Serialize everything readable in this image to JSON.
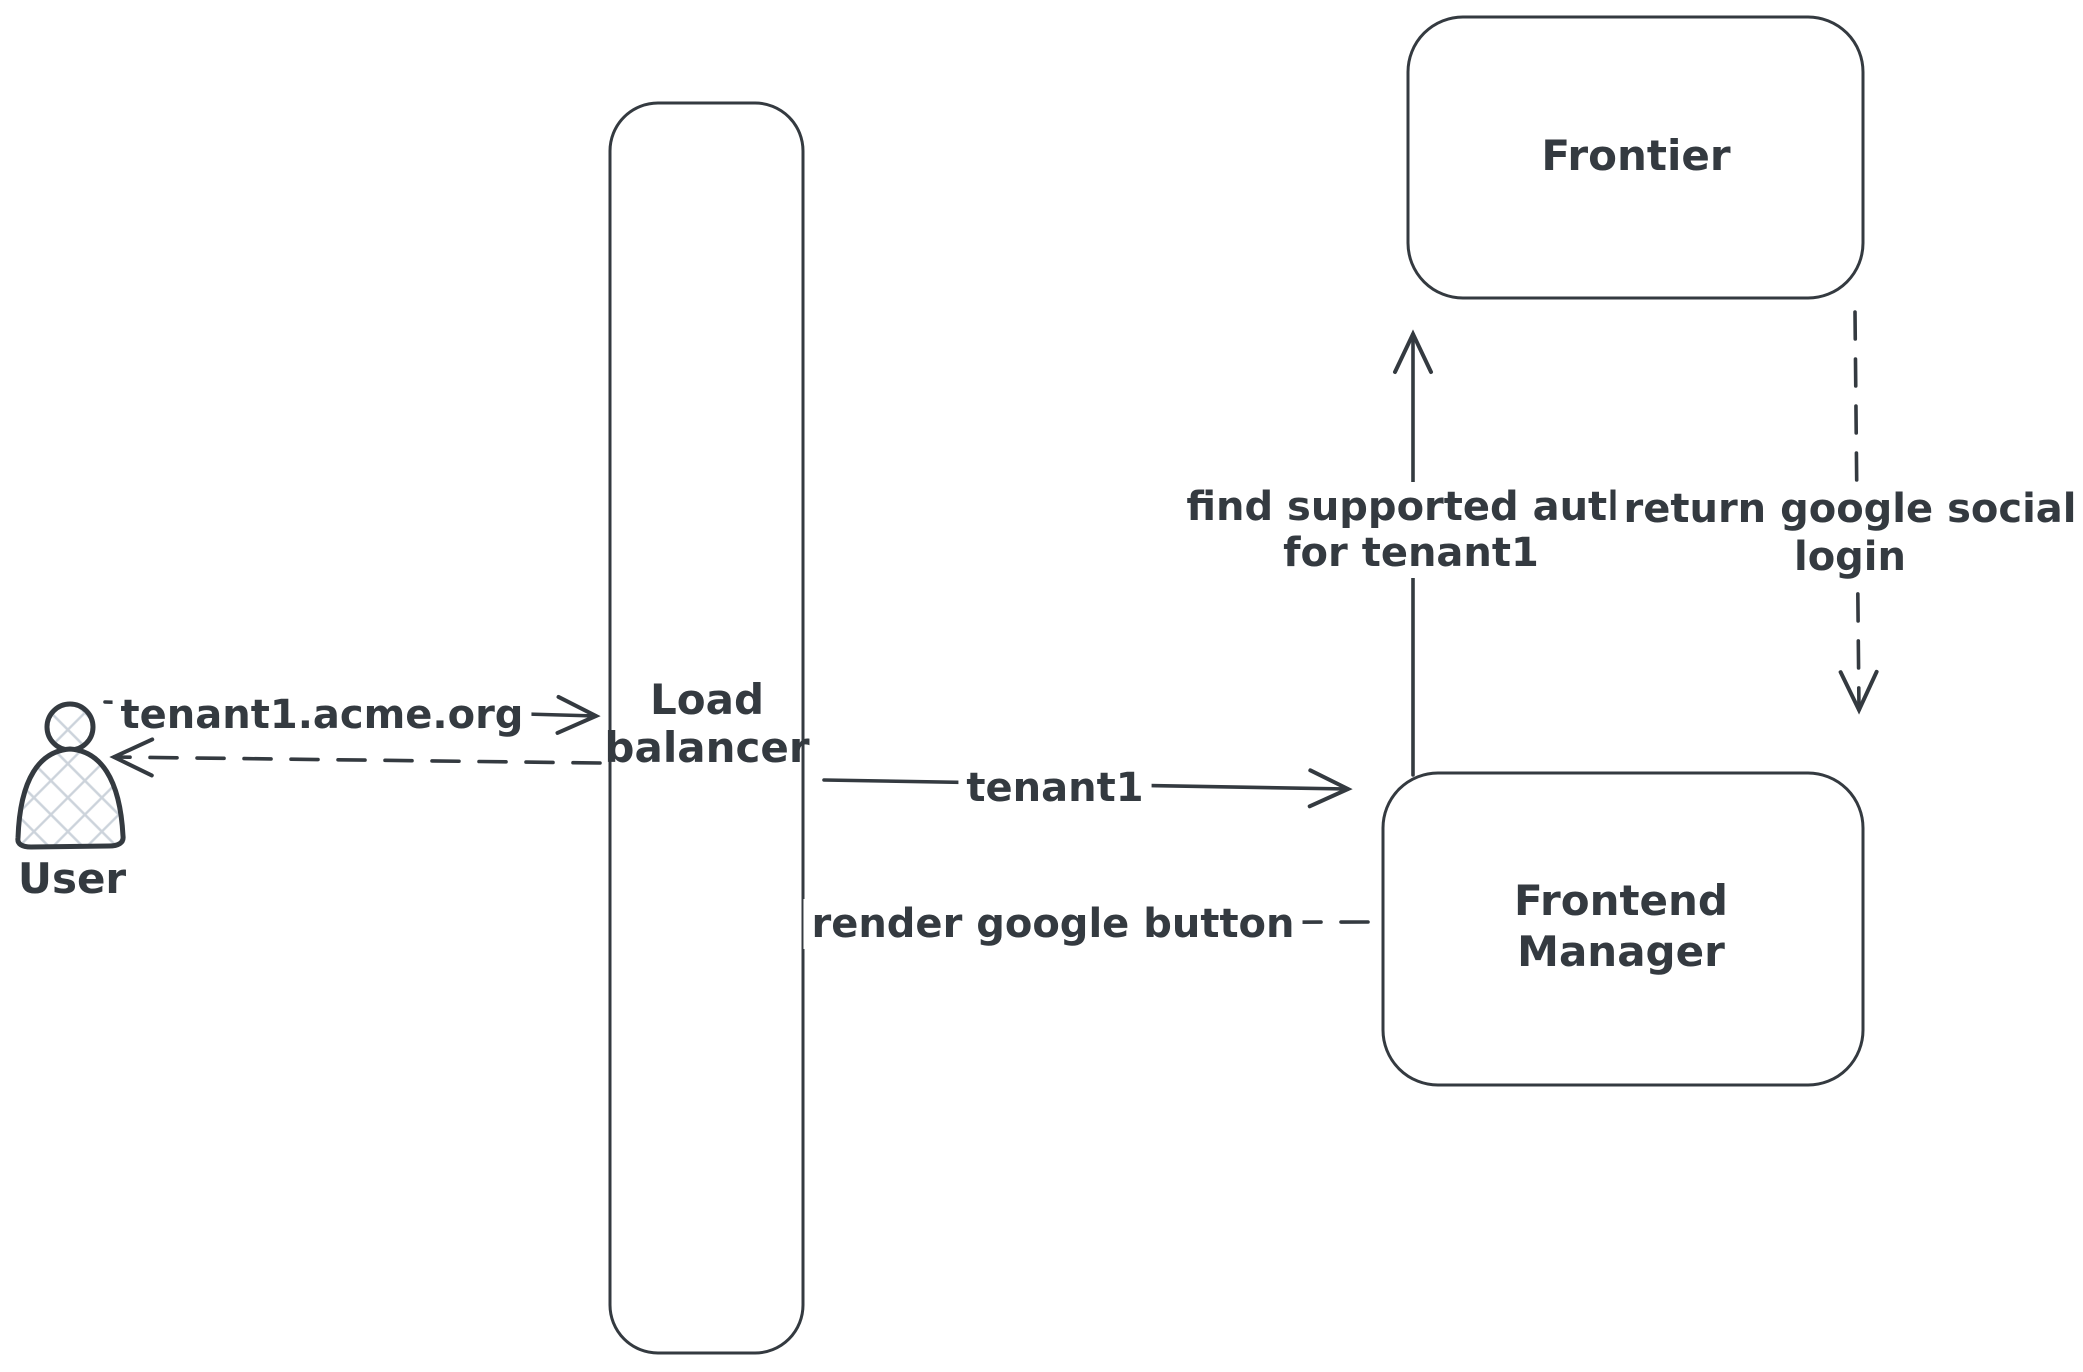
{
  "colors": {
    "ink": "#343a40",
    "hatch": "#ccd3db",
    "canvas": "#ffffff"
  },
  "actors": {
    "user": {
      "label": "User"
    },
    "load_balancer": {
      "lines": [
        "Load",
        "balancer"
      ]
    },
    "frontier": {
      "label": "Frontier"
    },
    "frontend_manager": {
      "lines": [
        "Frontend",
        "Manager"
      ]
    }
  },
  "flows": {
    "user_to_load_balancer": {
      "label": "tenant1.acme.org",
      "style": "solid"
    },
    "load_balancer_to_user": {
      "label": "",
      "style": "dashed"
    },
    "load_balancer_to_frontend_manager": {
      "label": "tenant1",
      "style": "solid"
    },
    "frontend_manager_to_load_balancer": {
      "label": "render google button",
      "style": "dashed"
    },
    "frontend_manager_to_frontier": {
      "lines": [
        "find supported auth",
        "for tenant1"
      ],
      "style": "solid"
    },
    "frontier_to_frontend_manager": {
      "lines": [
        "return google social",
        "login"
      ],
      "style": "dashed"
    }
  }
}
